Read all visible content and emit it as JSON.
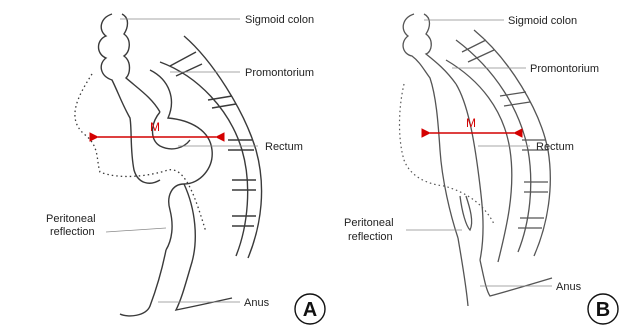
{
  "panels": [
    {
      "letter": "A",
      "labels": {
        "sigmoid_colon": "Sigmoid colon",
        "promontorium": "Promontorium",
        "rectum": "Rectum",
        "peritoneal_line1": "Peritoneal",
        "peritoneal_line2": "reflection",
        "anus": "Anus",
        "measure": "M"
      }
    },
    {
      "letter": "B",
      "labels": {
        "sigmoid_colon": "Sigmoid colon",
        "promontorium": "Promontorium",
        "rectum": "Rectum",
        "peritoneal_line1": "Peritoneal",
        "peritoneal_line2": "reflection",
        "anus": "Anus",
        "measure": "M"
      }
    }
  ],
  "colors": {
    "outline": "#3a3a3a",
    "leader": "#8a8a8a",
    "measure_arrow": "#d40000"
  }
}
